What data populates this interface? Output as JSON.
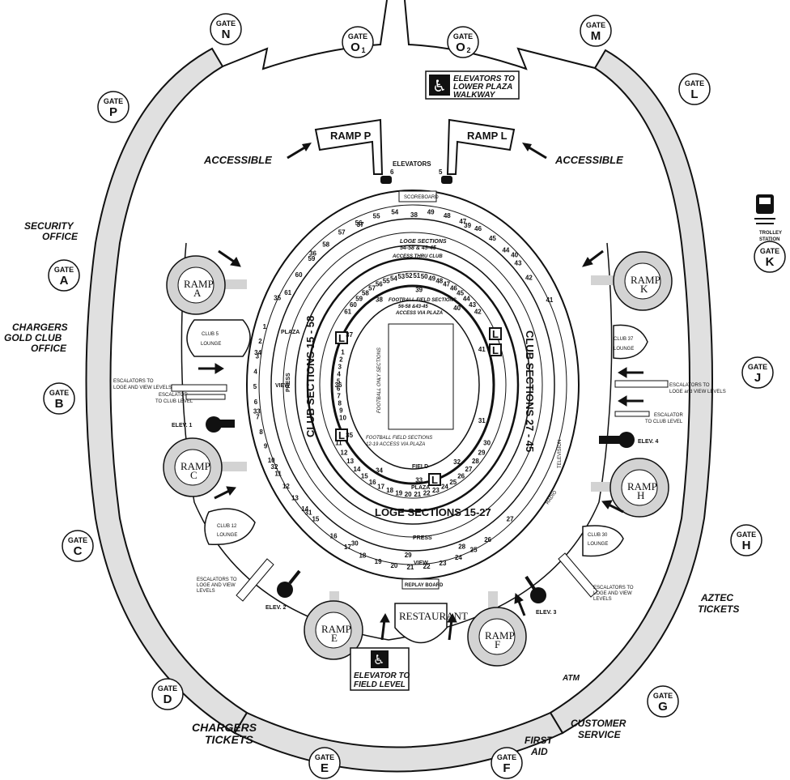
{
  "gate_word": "GATE",
  "gates": [
    {
      "id": "N",
      "letter": "N"
    },
    {
      "id": "O1",
      "letter": "O",
      "sub": "1"
    },
    {
      "id": "O2",
      "letter": "O",
      "sub": "2"
    },
    {
      "id": "M",
      "letter": "M"
    },
    {
      "id": "L",
      "letter": "L"
    },
    {
      "id": "P",
      "letter": "P"
    },
    {
      "id": "K",
      "letter": "K"
    },
    {
      "id": "A",
      "letter": "A"
    },
    {
      "id": "J",
      "letter": "J"
    },
    {
      "id": "B",
      "letter": "B"
    },
    {
      "id": "C",
      "letter": "C"
    },
    {
      "id": "H",
      "letter": "H"
    },
    {
      "id": "D",
      "letter": "D"
    },
    {
      "id": "G",
      "letter": "G"
    },
    {
      "id": "E",
      "letter": "E"
    },
    {
      "id": "F",
      "letter": "F"
    }
  ],
  "labels": {
    "elevators_lower_plaza": [
      "ELEVATORS TO",
      "LOWER PLAZA",
      "WALKWAY"
    ],
    "ramp_p": "RAMP P",
    "ramp_l": "RAMP L",
    "accessible_left": "ACCESSIBLE",
    "accessible_right": "ACCESSIBLE",
    "elevators": "ELEVATORS",
    "elevator_6": "6",
    "elevator_5": "5",
    "scoreboard": "SCOREBOARD",
    "security_office": [
      "SECURITY",
      "OFFICE"
    ],
    "chargers_gold_club": [
      "CHARGERS",
      "GOLD CLUB",
      "OFFICE"
    ],
    "trolley_station": [
      "TROLLEY",
      "STATION"
    ],
    "loge_sections_top": [
      "LOGE SECTIONS",
      "54-58 & 49-45"
    ],
    "access_thru_club": "ACCESS THRU CLUB",
    "football_field_top": [
      "FOOTBALL FIELD SECTIONS",
      "56-58 &43-45",
      "ACCESS VIA PLAZA"
    ],
    "football_field_bottom": [
      "FOOTBALL FIELD SECTIONS",
      "12-19 ACCESS VIA PLAZA"
    ],
    "football_only_sections": "FOOTBALL ONLY SECTIONS",
    "club_sections_left": "CLUB SECTIONS 15 - 58",
    "club_sections_right": "CLUB SECTIONS 27 - 45",
    "loge_sections_bottom": "LOGE SECTIONS 15-27",
    "plaza": "PLAZA",
    "field": "FIELD",
    "press": "PRESS",
    "view": "VIEW",
    "radio": "RADIO",
    "television": "TELEVISION",
    "replay_board": "REPLAY BOARD",
    "restaurant": "RESTAURANT",
    "club5": [
      "CLUB 5",
      "LOUNGE"
    ],
    "club37": [
      "CLUB 37",
      "LOUNGE"
    ],
    "club12": [
      "CLUB 12",
      "LOUNGE"
    ],
    "club30": [
      "CLUB 30",
      "LOUNGE"
    ],
    "esc_left_top": [
      "ESCALATORS TO",
      "LOGE AND VIEW LEVELS"
    ],
    "esc_left_club": [
      "ESCALATOR",
      "TO CLUB LEVEL"
    ],
    "esc_right_top": [
      "ESCALATORS TO",
      "LOGE and VIEW LEVELS"
    ],
    "esc_right_club": [
      "ESCALATOR",
      "TO CLUB LEVEL"
    ],
    "esc_bottom_left": [
      "ESCALATORS TO",
      "LOGE AND VIEW",
      "LEVELS"
    ],
    "esc_bottom_right": [
      "ESCALATORS TO",
      "LOGE AND VIEW",
      "LEVELS"
    ],
    "elev1": "ELEV. 1",
    "elev2": "ELEV. 2",
    "elev3": "ELEV. 3",
    "elev4": "ELEV. 4",
    "ramp_word": "RAMP",
    "ramp_letters": {
      "A": "A",
      "C": "C",
      "E": "E",
      "F": "F",
      "H": "H",
      "K": "K"
    },
    "elevator_field": [
      "ELEVATOR TO",
      "FIELD LEVEL"
    ],
    "aztec_tickets": [
      "AZTEC",
      "TICKETS"
    ],
    "atm": "ATM",
    "customer_service": [
      "CUSTOMER",
      "SERVICE"
    ],
    "first_aid": [
      "FIRST",
      "AID"
    ],
    "chargers_tickets": [
      "CHARGERS",
      "TICKETS"
    ],
    "plaza_l": "L"
  },
  "sections": {
    "upper_top_left": [
      "61",
      "60",
      "59",
      "58",
      "57",
      "56",
      "55",
      "54"
    ],
    "upper_top_right": [
      "49",
      "48",
      "47",
      "46",
      "45",
      "44",
      "43",
      "42"
    ],
    "upper_left": [
      "1",
      "2",
      "3",
      "4",
      "5",
      "6",
      "7",
      "8",
      "9",
      "10",
      "11",
      "12",
      "13",
      "14",
      "15"
    ],
    "upper_right": [
      "41",
      "40",
      "39",
      "38",
      "37",
      "36",
      "35",
      "34",
      "33",
      "32",
      "31",
      "30",
      "29",
      "28",
      "27"
    ],
    "upper_bottom": [
      "16",
      "17",
      "18",
      "19",
      "20",
      "21",
      "22",
      "23",
      "24",
      "25",
      "26"
    ],
    "inner_left": [
      "1",
      "2",
      "3",
      "4",
      "5",
      "6",
      "7",
      "8",
      "9",
      "10"
    ],
    "inner_right": [
      "41",
      "40",
      "39",
      "38",
      "37",
      "36",
      "35",
      "34",
      "33",
      "32",
      "31"
    ],
    "inner_top": [
      "61",
      "60",
      "59",
      "58",
      "57",
      "56",
      "55",
      "54",
      "53",
      "52",
      "51",
      "50",
      "49",
      "48",
      "47",
      "46",
      "45",
      "44",
      "43",
      "42"
    ],
    "inner_bottom": [
      "11",
      "12",
      "13",
      "14",
      "15",
      "16",
      "17",
      "18",
      "19",
      "20",
      "21",
      "22",
      "23",
      "24",
      "25",
      "26",
      "27",
      "28",
      "29",
      "30"
    ]
  },
  "colors": {
    "outline": "#111111",
    "ramp_fill": "#d3d3d3",
    "concourse": "#e0e0e0",
    "wheelchair": "#111111"
  }
}
